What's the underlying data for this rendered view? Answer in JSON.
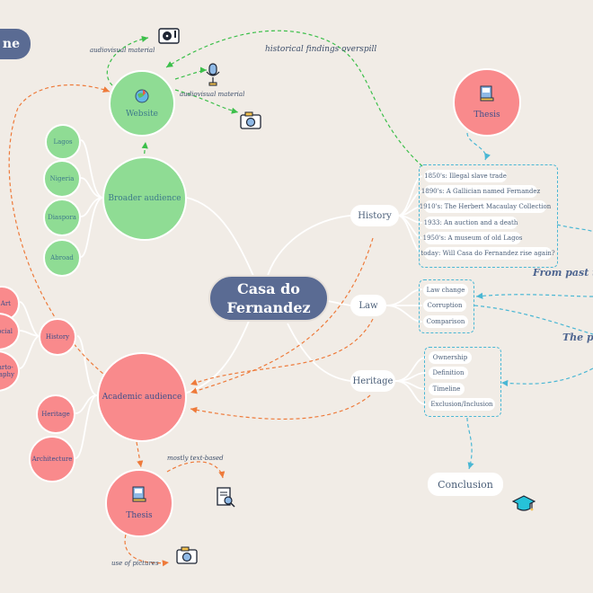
{
  "central": "Casa do Fernandez",
  "top_left_tab": "ne",
  "branches": {
    "history": "History",
    "law": "Law",
    "heritage": "Heritage",
    "conclusion": "Conclusion"
  },
  "history_items": [
    "1850's: Illegal slave trade",
    "1890's: A Gallician named Fernandez",
    "1910's: The Herbert Macaulay Collection",
    "1933: An auction and a death",
    "1950's: A museum of old Lagos",
    "today: Will Casa do Fernandez rise again?"
  ],
  "law_items": [
    "Law change",
    "Corruption",
    "Comparison"
  ],
  "heritage_items": [
    "Ownership",
    "Definition",
    "Timeline",
    "Exclusion/Inclusion"
  ],
  "broader_audience": {
    "label": "Broader audience",
    "children": [
      "Lagos",
      "Nigeria",
      "Diaspora",
      "Abroad"
    ]
  },
  "website": "Website",
  "academic_audience": {
    "label": "Academic audience",
    "left_items": [
      "Art",
      "Social",
      "Carto-\ngraphy"
    ],
    "children": [
      "History",
      "Heritage",
      "Architecture"
    ]
  },
  "thesis_top": "Thesis",
  "thesis_bottom": "Thesis",
  "annotations": {
    "audiovisual_1": "audiovisual material",
    "audiovisual_2": "audiovisual material",
    "historical_findings": "historical findings overspill",
    "mostly_text": "mostly text-based",
    "use_of_pictures": "use of pictures",
    "from_past": "From past t",
    "the_po": "The po"
  },
  "icons": {
    "turntable": "turntable-icon",
    "microphone": "microphone-icon",
    "camera_top": "camera-icon",
    "book_top": "book-icon",
    "book_bottom": "book-icon",
    "document_search": "document-search-icon",
    "camera_bottom": "camera-icon",
    "graduation_cap": "graduation-cap-icon",
    "globe": "globe-icon"
  },
  "colors": {
    "background": "#f1ece6",
    "green_node": "#8fdc94",
    "red_node": "#f98a8c",
    "center_node": "#5a6b93",
    "green_dash": "#3cbf4a",
    "orange_dash": "#ee7a3a",
    "blue_dash": "#4ab7d4"
  }
}
